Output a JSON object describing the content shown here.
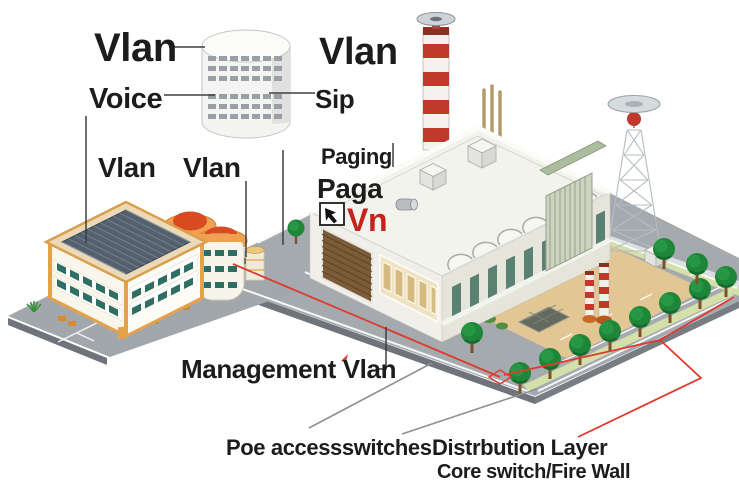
{
  "labels": {
    "vlan_top_left": "Vlan",
    "voice": "Voice",
    "vlan_top_right": "Vlan",
    "sip": "Sip",
    "vlan_mid_1": "Vlan",
    "vlan_mid_2": "Vlan",
    "paging": "Paging",
    "paga": "Paga",
    "vn": "Vn",
    "management_vlan": "Management Vlan",
    "poe_access_switches": "Poe accessswitches",
    "distribution_layer": "Distrbution Layer",
    "core_switch_firewall": "Core switch/Fire Wall"
  },
  "colors": {
    "label_text": "#1c1c1c",
    "vn_red": "#c5231c",
    "network_line_red": "#df3a2d",
    "leader_line_gray": "#8a9096",
    "leader_line_dark": "#3a3f44"
  }
}
